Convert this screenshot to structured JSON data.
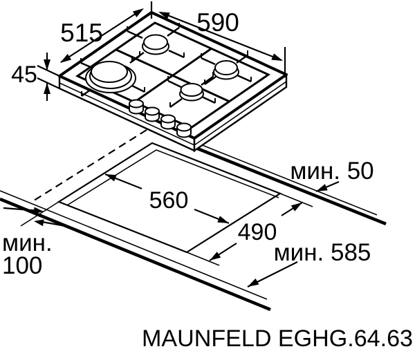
{
  "page": {
    "background": "#ffffff",
    "line_color": "#000000",
    "burner_cap_color": "#c9c9c9"
  },
  "diagram": {
    "type": "hob-installation-dimensions",
    "hob": {
      "burner_count": 4,
      "knob_count": 4
    },
    "labels": {
      "hob_width": "590",
      "hob_depth": "515",
      "hob_height": "45",
      "cutout_width": "560",
      "cutout_depth": "490",
      "min_front_clearance": "мин. 50",
      "min_worktop_depth": "мин. 585",
      "min_back_clearance_line1": "мин.",
      "min_back_clearance_line2": "100",
      "product_model": "MAUNFELD EGHG.64.63"
    }
  }
}
